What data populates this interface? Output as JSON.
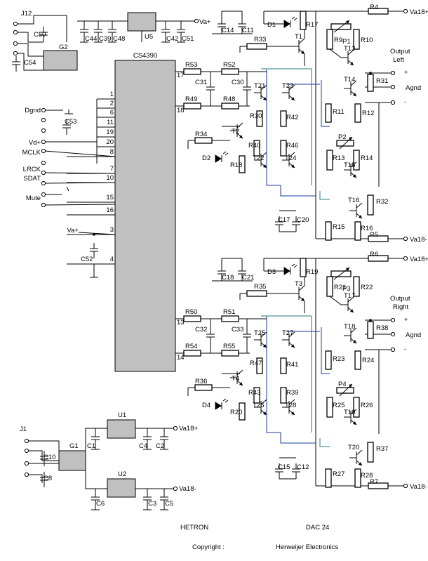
{
  "chip": {
    "name": "CS4390"
  },
  "left_pins": [
    {
      "num": "1",
      "signal": ""
    },
    {
      "num": "2",
      "signal": ""
    },
    {
      "num": "6",
      "signal": "Dgnd"
    },
    {
      "num": "11",
      "signal": ""
    },
    {
      "num": "19",
      "signal": ""
    },
    {
      "num": "20",
      "signal": "Vd+"
    },
    {
      "num": "8",
      "signal": "MCLK"
    },
    {
      "num": "7",
      "signal": "LRCK"
    },
    {
      "num": "10",
      "signal": "SDAT"
    },
    {
      "num": "15",
      "signal": "Mute"
    },
    {
      "num": "16",
      "signal": ""
    },
    {
      "num": "3",
      "signal": "Va+"
    },
    {
      "num": "4",
      "signal": ""
    }
  ],
  "right_pins": {
    "p17": "17",
    "p18": "18",
    "p13": "13",
    "p14": "14"
  },
  "labels": {
    "j12": "J12",
    "j1": "J1",
    "g1": "G1",
    "g2": "G2",
    "u1": "U1",
    "u2": "U2",
    "u5": "U5",
    "va_plus": "Va+",
    "va18p": "Va18+",
    "va18m": "Va18-",
    "out_left_1": "Output",
    "out_left_2": "Left",
    "out_right_1": "Output",
    "out_right_2": "Right",
    "agnd": "Agnd",
    "plus": "+",
    "minus": "-",
    "c52": "C52",
    "c53": "C53",
    "c54": "C54",
    "c50": "C50",
    "c44": "C44",
    "c39": "C39",
    "c48": "C48",
    "c42": "C42",
    "c51": "C51",
    "c10": "C10",
    "c8": "C8",
    "c1": "C1",
    "c4": "C4",
    "c2": "C2",
    "c6": "C6",
    "c3": "C3",
    "c5": "C5",
    "c14": "C14",
    "c11": "C11",
    "c17": "C17",
    "c20": "C20",
    "c31": "C31",
    "c30": "C30",
    "c18": "C18",
    "c21": "C21",
    "c15": "C15",
    "c12": "C12",
    "c32": "C32",
    "c33": "C33",
    "r53": "R53",
    "r52": "R52",
    "r49": "R49",
    "r48": "R48",
    "r34": "R34",
    "r33": "R33",
    "r17": "R17",
    "r4": "R4",
    "r9": "R9",
    "r10": "R10",
    "r31": "R31",
    "r11": "R11",
    "r12": "R12",
    "r30": "R30",
    "r42": "R42",
    "r40": "R40",
    "r46": "R46",
    "r18": "R18",
    "r13": "R13",
    "r14": "R14",
    "r32": "R32",
    "r15": "R15",
    "r16": "R16",
    "r5": "R5",
    "r6": "R6",
    "r19": "R19",
    "r35": "R35",
    "r21": "R21",
    "r22": "R22",
    "r38": "R38",
    "r50": "R50",
    "r51": "R51",
    "r54": "R54",
    "r55": "R55",
    "r23": "R23",
    "r24": "R24",
    "r47": "R47",
    "r41": "R41",
    "r36": "R36",
    "r43": "R43",
    "r39": "R39",
    "r20": "R20",
    "r25": "R25",
    "r26": "R26",
    "r37": "R37",
    "r27": "R27",
    "r28": "R28",
    "r7": "R7",
    "t1": "T1",
    "t2": "T2",
    "t13": "T13",
    "t14": "T14",
    "t15": "T15",
    "t16": "T16",
    "t21": "T21",
    "t22": "T22",
    "t23": "T23",
    "t24": "T24",
    "t3": "T3",
    "t4": "T4",
    "t17": "T17",
    "t18": "T18",
    "t19": "T19",
    "t20": "T20",
    "t25": "T25",
    "t26": "T26",
    "t27": "T27",
    "t28": "T28",
    "d1": "D1",
    "d2": "D2",
    "d3": "D3",
    "d4": "D4",
    "p1": "P1",
    "p2": "P2",
    "p3": "P3",
    "p4": "P4"
  },
  "branding": {
    "left": "HETRON",
    "right": "DAC 24",
    "copyright": "Copyright :",
    "company": "Herweijer Electronics",
    "color": "#e01010"
  },
  "colors": {
    "chip": "#c0c0c0",
    "signal_wire": "#1a3aa0",
    "bias_wire": "#2a7a7a"
  }
}
